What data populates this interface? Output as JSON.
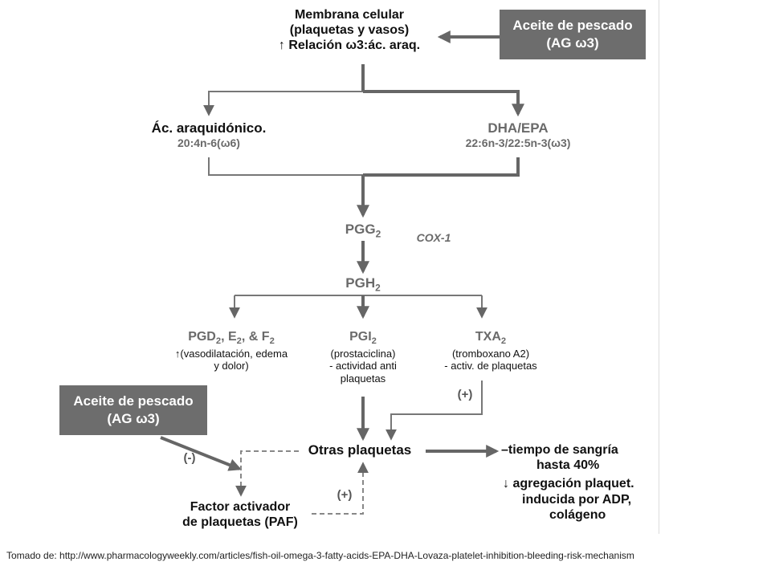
{
  "membrane": {
    "line1": "Membrana celular",
    "line2": "(plaquetas y vasos)",
    "line3": "↑ Relación ω3:ác. araq."
  },
  "fish_oil_top": {
    "line1": "Aceite de pescado",
    "line2": "(AG ω3)"
  },
  "arachidonic": {
    "name": "Ác. araquidónico.",
    "formula": "20:4n-6(ω6)"
  },
  "dha_epa": {
    "name": "DHA/EPA",
    "formula": "22:6n-3/22:5n-3(ω3)"
  },
  "pgg": {
    "base": "PGG",
    "sub": "2"
  },
  "cox": "COX-1",
  "pgh": {
    "base": "PGH",
    "sub": "2"
  },
  "pgd": {
    "p1": "PGD",
    "s1": "2",
    "p2": ", E",
    "s2": "2",
    "p3": ", & F",
    "s3": "2",
    "desc1": "↑(vasodilatación, edema",
    "desc2": "y dolor)"
  },
  "pgi": {
    "base": "PGI",
    "sub": "2",
    "desc1": "(prostaciclina)",
    "desc2": "- actividad anti",
    "desc3": "plaquetas"
  },
  "txa": {
    "base": "TXA",
    "sub": "2",
    "desc1": "(tromboxano A2)",
    "desc2": "- activ. de plaquetas"
  },
  "plus_txa": "(+)",
  "fish_oil_bottom": {
    "line1": "Aceite de pescado",
    "line2": "(AG ω3)"
  },
  "minus": "(-)",
  "otras": "Otras plaquetas",
  "plus_paf": "(+)",
  "paf": {
    "line1": "Factor activador",
    "line2": "de plaquetas (PAF)"
  },
  "effects": {
    "e1": "–tiempo de sangría",
    "e2": "hasta 40%",
    "e3": "↓ agregación plaquet.",
    "e4": "inducida por ADP,",
    "e5": "colágeno"
  },
  "caption": "Tomado de: http://www.pharmacologyweekly.com/articles/fish-oil-omega-3-fatty-acids-EPA-DHA-Lovaza-platelet-inhibition-bleeding-risk-mechanism",
  "colors": {
    "arrow": "#666666",
    "box": "#6d6d6d"
  }
}
